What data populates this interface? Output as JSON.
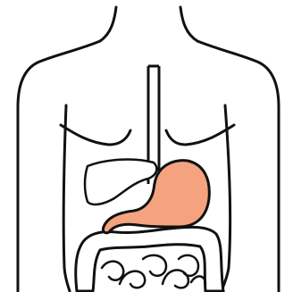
{
  "diagram": {
    "subject": "torso-digestive-organs",
    "colors": {
      "outline": "#111111",
      "stomach_fill": "#f5a37e",
      "organ_fill": "#ffffff",
      "background": "#ffffff"
    },
    "highlighted_organ": "stomach",
    "organs": [
      "esophagus",
      "liver",
      "stomach",
      "large-intestine",
      "small-intestine"
    ]
  }
}
